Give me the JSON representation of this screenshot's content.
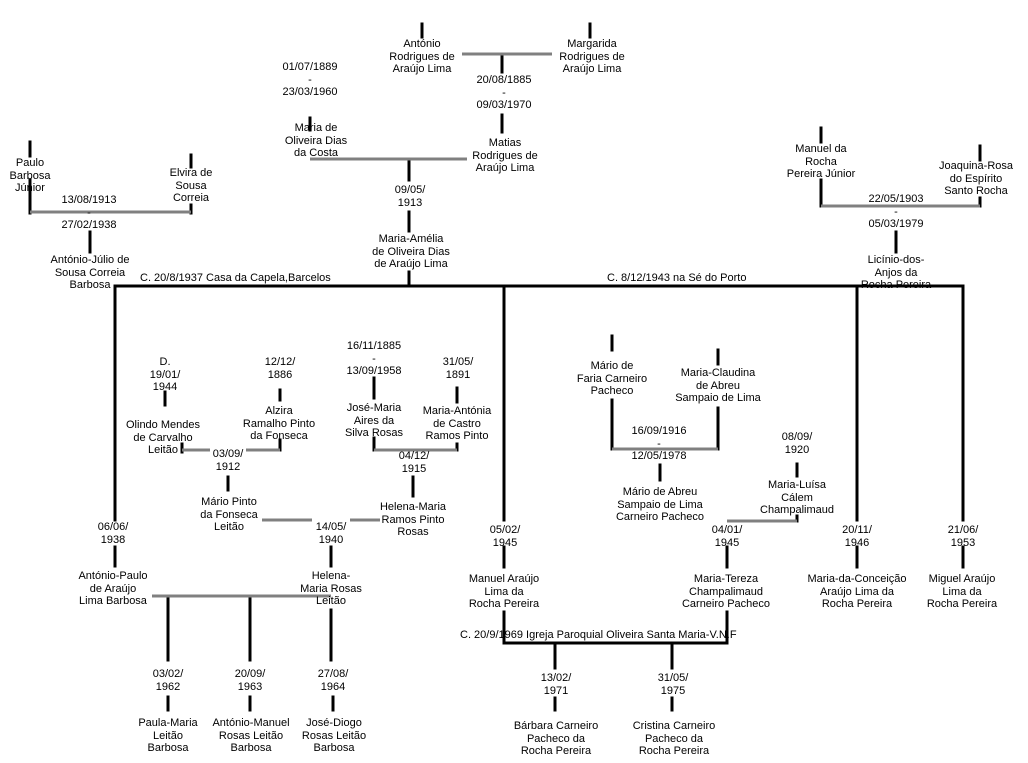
{
  "colors": {
    "thick": "#000000",
    "thin": "#808080",
    "background": "#ffffff"
  },
  "people": {
    "antonio_rodrigues": "António\nRodrigues de\nAraújo Lima",
    "margarida": "Margarida\nRodrigues de\nAraújo Lima",
    "maria_oliveira": "Maria de\nOliveira Dias\nda Costa",
    "matias": "Matias\nRodrigues de\nAraújo Lima",
    "maria_amelia": "Maria-Amélia\nde Oliveira Dias\nde Araújo Lima",
    "paulo_barbosa": "Paulo\nBarbosa\nJúnior",
    "elvira": "Elvira de\nSousa\nCorreia",
    "antonio_julio": "António-Júlio de\nSousa Correia\nBarbosa",
    "manuel_rocha": "Manuel da\nRocha\nPereira Júnior",
    "joaquina": "Joaquina-Rosa\ndo Espírito\nSanto Rocha",
    "licinio": "Licínio-dos-\nAnjos da\nRocha Pereira",
    "olindo": "Olindo Mendes\nde Carvalho\nLeitão",
    "alzira": "Alzira\nRamalho Pinto\nda Fonseca",
    "jose_maria": "José-Maria\nAires da\nSilva Rosas",
    "maria_antonia": "Maria-Antónia\nde Castro\nRamos Pinto",
    "mario_pinto": "Mário Pinto\nda Fonseca\nLeitão",
    "helena_maria": "Helena-Maria\nRamos Pinto\nRosas",
    "antonio_paulo": "António-Paulo\nde Araújo\nLima Barbosa",
    "helena_maria_rosas": "Helena-\nMaria Rosas\nLeitão",
    "paula_maria": "Paula-Maria\nLeitão\nBarbosa",
    "antonio_manuel": "António-Manuel\nRosas Leitão\nBarbosa",
    "jose_diogo": "José-Diogo\nRosas Leitão\nBarbosa",
    "mario_faria": "Mário de\nFaria Carneiro\nPacheco",
    "maria_claudina": "Maria-Claudina\nde Abreu\nSampaio de Lima",
    "mario_abreu": "Mário de Abreu\nSampaio de Lima\nCarneiro Pacheco",
    "maria_luisa": "Maria-Luísa\nCálem\nChampalimaud",
    "maria_tereza": "Maria-Tereza\nChampalimaud\nCarneiro Pacheco",
    "manuel_araujo": "Manuel Araújo\nLima da\nRocha Pereira",
    "maria_conceicao": "Maria-da-Conceição\nAraújo Lima da\nRocha Pereira",
    "miguel": "Miguel Araújo\nLima da\nRocha Pereira",
    "barbara": "Bárbara Carneiro\nPacheco da\nRocha Pereira",
    "cristina": "Cristina Carneiro\nPacheco da\nRocha Pereira"
  },
  "dates": {
    "maria_oliveira_life": "01/07/1889\n-\n23/03/1960",
    "matias_life": "20/08/1885\n-\n09/03/1970",
    "maria_amelia_birth": "09/05/\n1913",
    "paulo_elvira_marriage": "13/08/1913\n-\n27/02/1938",
    "manuel_joaquina_marriage": "22/05/1903\n-\n05/03/1979",
    "olindo_death": "D.\n19/01/\n1944",
    "alzira_birth": "12/12/\n1886",
    "jose_maria_life": "16/11/1885\n-\n13/09/1958",
    "maria_antonia_birth": "31/05/\n1891",
    "mario_pinto_birth": "03/09/\n1912",
    "helena_maria_birth": "04/12/\n1915",
    "helena_rosas_birth": "14/05/\n1940",
    "antonio_paulo_birth": "06/06/\n1938",
    "paula_birth": "03/02/\n1962",
    "antonio_manuel_birth": "20/09/\n1963",
    "jose_diogo_birth": "27/08/\n1964",
    "mario_abreu_life": "16/09/1916\n-\n12/05/1978",
    "maria_luisa_birth": "08/09/\n1920",
    "maria_tereza_birth": "04/01/\n1945",
    "manuel_araujo_birth": "05/02/\n1945",
    "maria_conceicao_birth": "20/11/\n1946",
    "miguel_birth": "21/06/\n1953",
    "barbara_birth": "13/02/\n1971",
    "cristina_birth": "31/05/\n1975"
  },
  "marriages": {
    "first": "C. 20/8/1937 Casa da Capela,Barcelos",
    "second": "C. 8/12/1943 na Sé do Porto",
    "manuel_tereza": "C. 20/9/1969 Igreja Paroquial Oliveira Santa Maria-V.N.F"
  }
}
